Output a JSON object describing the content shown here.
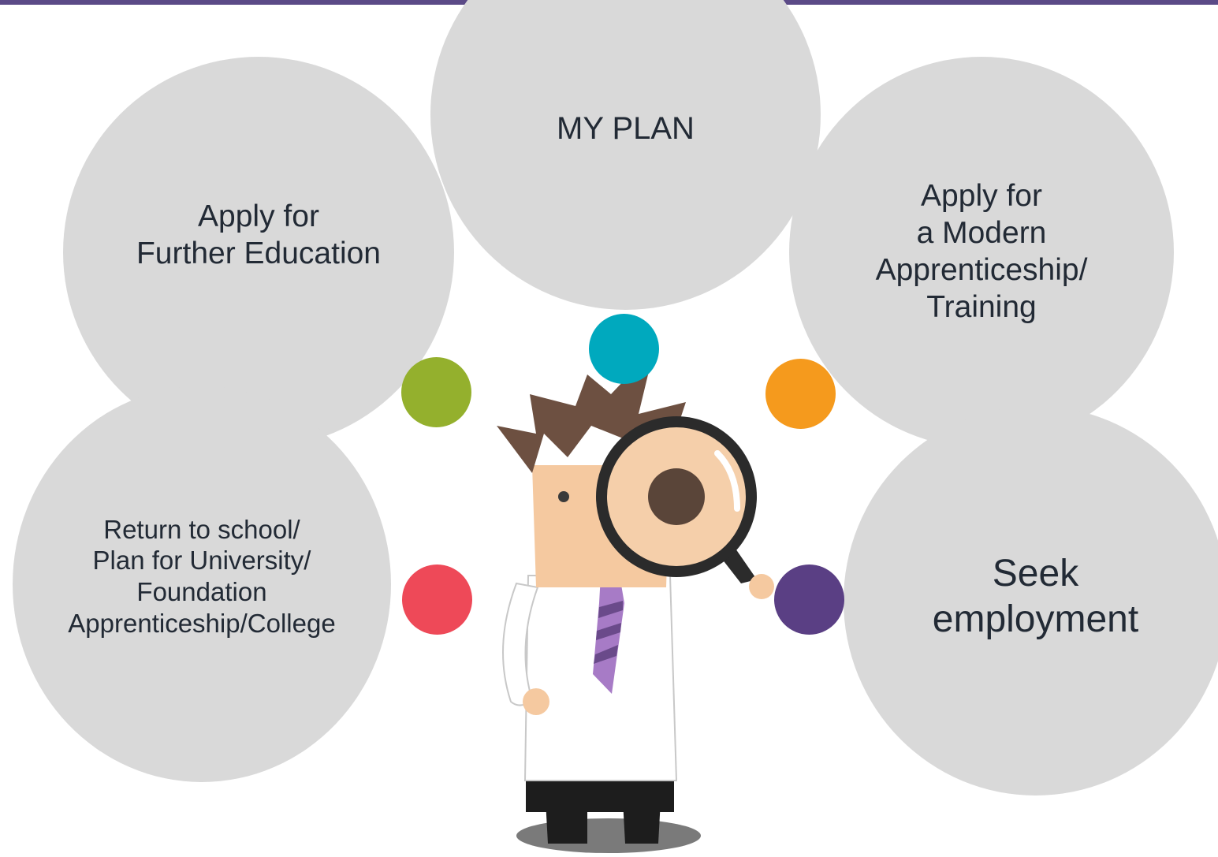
{
  "diagram": {
    "center": "MY PLAN",
    "options": {
      "further_education": "Apply for\nFurther Education",
      "modern_apprenticeship": "Apply for\na Modern\nApprenticeship/\nTraining",
      "return_to_school": "Return to school/\nPlan for University/\nFoundation\nApprenticeship/College",
      "seek_employment": "Seek\nemployment"
    }
  },
  "colors": {
    "accent_bar": "#5b4a87",
    "bubble": "#d9d9d9",
    "text": "#222a35",
    "dot_teal": "#00a9be",
    "dot_green": "#94b02d",
    "dot_orange": "#f59a1d",
    "dot_red": "#ee4958",
    "dot_purple": "#5a3f84"
  },
  "illustration": "person-with-magnifying-glass-icon"
}
